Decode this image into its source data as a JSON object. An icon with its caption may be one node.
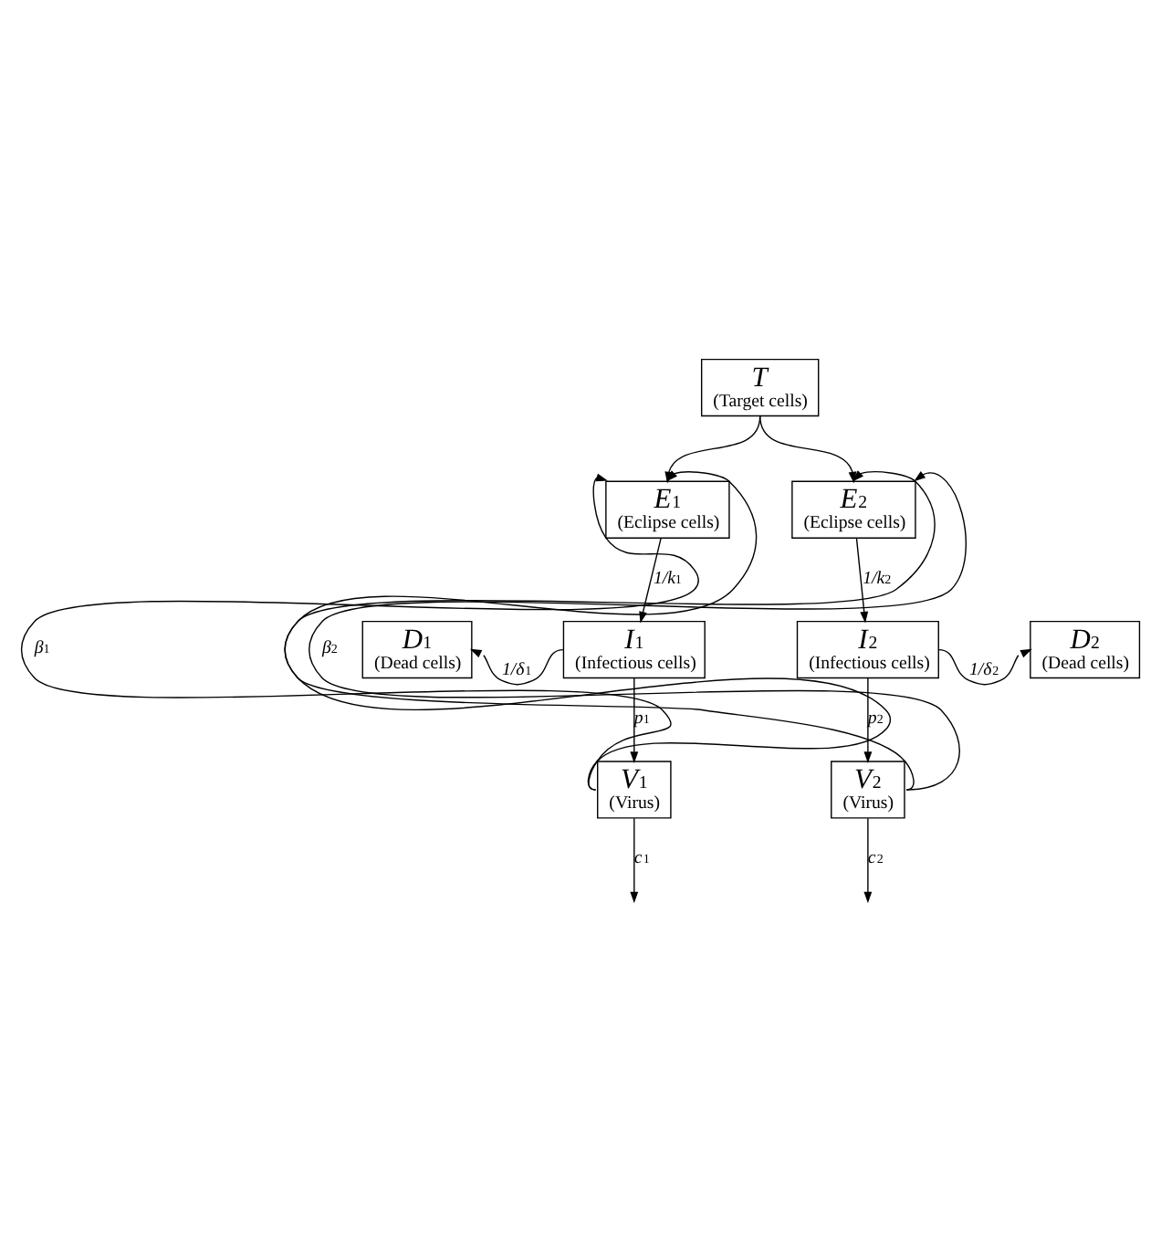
{
  "diagram": {
    "nodes": [
      {
        "text": [
          "T",
          "(Target cells)"
        ]
      },
      {
        "text": [
          "E$_{1}$",
          "(Eclipse cells)"
        ]
      },
      {
        "text": [
          "E$_{2}$",
          "(Eclipse cells)"
        ]
      },
      {
        "text": [
          "D$_{1}$",
          "(Dead cells)"
        ]
      },
      {
        "text": [
          "I$_{1}$",
          "(Infectious cells)"
        ]
      },
      {
        "text": [
          "I$_{2}$",
          "(Infectious cells)"
        ]
      },
      {
        "text": [
          "D$_{2}$",
          "(Dead cells)"
        ]
      },
      {
        "text": [
          "V$_{1}$",
          "(Virus)"
        ]
      },
      {
        "text": [
          "V$_{2}$",
          "(Virus)"
        ]
      }
    ],
    "edges": [
      {
        "from": 0,
        "to": 1,
        "arrow": "to"
      },
      {
        "from": 0,
        "to": 2,
        "arrow": "to"
      },
      {
        "from": 7,
        "to": 1,
        "arrow": "to",
        "label": "β$_{1}$"
      },
      {
        "from": 7,
        "to": 2,
        "arrow": "to"
      },
      {
        "from": 8,
        "to": 1,
        "arrow": "to"
      },
      {
        "from": 8,
        "to": 2,
        "arrow": "to",
        "label": "β$_{2}$"
      },
      {
        "from": 1,
        "to": 4,
        "arrow": "to",
        "label": "1/k$_{1}$"
      },
      {
        "from": 2,
        "to": 5,
        "arrow": "to",
        "label": "1/k$_{2}$"
      },
      {
        "from": 4,
        "to": 3,
        "arrow": "to",
        "label": "1/δ$_{1}$"
      },
      {
        "from": 5,
        "to": 6,
        "arrow": "to",
        "label": "1/δ$_{2}$"
      },
      {
        "from": 4,
        "to": 7,
        "arrow": "to",
        "label": "p$_{1}$"
      },
      {
        "from": 5,
        "to": 8,
        "arrow": "to",
        "label": "p$_{2}$"
      },
      {
        "from": 7,
        "to": null,
        "arrow": "to",
        "label": "c$_{1}$"
      },
      {
        "from": 8,
        "to": null,
        "arrow": "to",
        "label": "c$_{2}$"
      }
    ]
  }
}
